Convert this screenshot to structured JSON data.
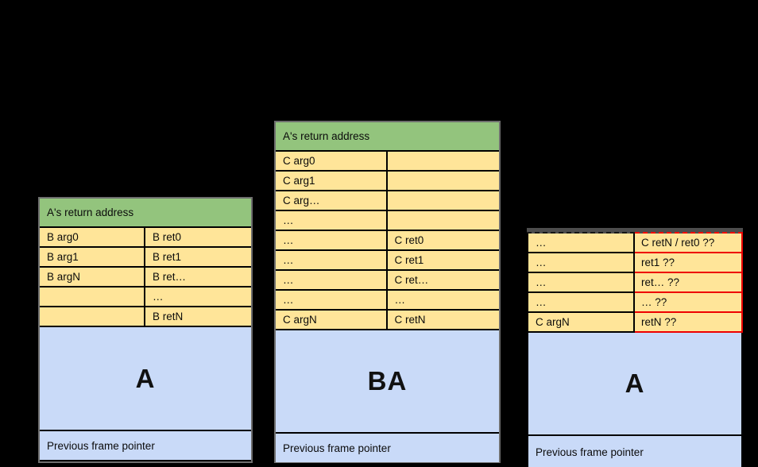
{
  "colors": {
    "background": "#000000",
    "header_green": "#93c47d",
    "cell_yellow": "#ffe599",
    "frame_blue": "#c9daf8",
    "table_outline_gray": "#6e6e6e",
    "cell_border_black": "#000000",
    "highlight_red": "#ee0000"
  },
  "stacks": [
    {
      "name": "left-stack",
      "header": "A's return address",
      "rows": [
        {
          "left": "B arg0",
          "right": "B ret0"
        },
        {
          "left": "B arg1",
          "right": "B ret1"
        },
        {
          "left": "B argN",
          "right": "B ret…"
        },
        {
          "left": "",
          "right": "…"
        },
        {
          "left": "",
          "right": "B retN"
        }
      ],
      "frame_label": "A",
      "footer": "Previous frame pointer"
    },
    {
      "name": "middle-stack",
      "header": "A's return address",
      "rows": [
        {
          "left": "C arg0",
          "right": ""
        },
        {
          "left": "C arg1",
          "right": ""
        },
        {
          "left": "C arg…",
          "right": ""
        },
        {
          "left": "…",
          "right": ""
        },
        {
          "left": "…",
          "right": "C ret0"
        },
        {
          "left": "…",
          "right": "C ret1"
        },
        {
          "left": "…",
          "right": "C ret…"
        },
        {
          "left": "…",
          "right": "…"
        },
        {
          "left": "C argN",
          "right": "C retN"
        }
      ],
      "frame_label": "BA",
      "footer": "Previous frame pointer"
    },
    {
      "name": "right-stack",
      "rows": [
        {
          "left": "…",
          "right": "C retN / ret0 ??"
        },
        {
          "left": "…",
          "right": "ret1 ??"
        },
        {
          "left": "…",
          "right": "ret… ??"
        },
        {
          "left": "…",
          "right": "… ??"
        },
        {
          "left": "C argN",
          "right": "retN ??"
        }
      ],
      "frame_label": "A",
      "footer": "Previous frame pointer"
    }
  ]
}
